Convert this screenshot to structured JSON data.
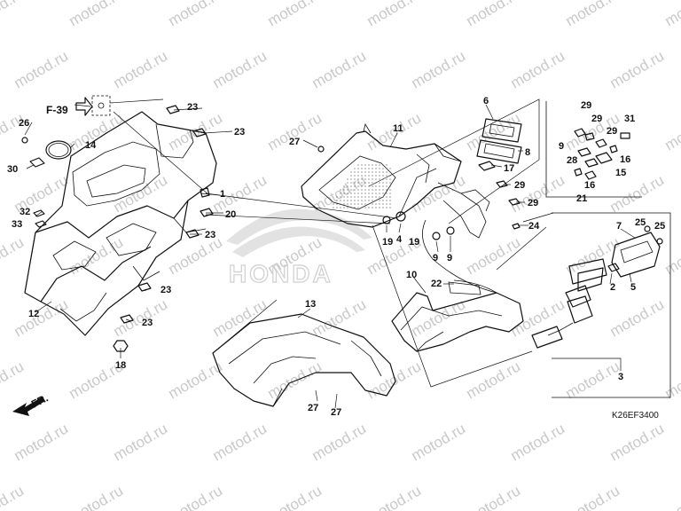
{
  "watermark": {
    "text": "motod.ru"
  },
  "reference": {
    "label": "F-39"
  },
  "direction": {
    "label": "FR."
  },
  "diagram_code": "K26EF3400",
  "brand_mark": "HONDA",
  "callouts": [
    {
      "id": "c1",
      "text": "1"
    },
    {
      "id": "c2",
      "text": "2"
    },
    {
      "id": "c3",
      "text": "3"
    },
    {
      "id": "c4",
      "text": "4"
    },
    {
      "id": "c5",
      "text": "5"
    },
    {
      "id": "c6",
      "text": "6"
    },
    {
      "id": "c7",
      "text": "7"
    },
    {
      "id": "c8",
      "text": "8"
    },
    {
      "id": "c9a",
      "text": "9"
    },
    {
      "id": "c9b",
      "text": "9"
    },
    {
      "id": "c9c",
      "text": "9"
    },
    {
      "id": "c10",
      "text": "10"
    },
    {
      "id": "c11",
      "text": "11"
    },
    {
      "id": "c12",
      "text": "12"
    },
    {
      "id": "c13",
      "text": "13"
    },
    {
      "id": "c14",
      "text": "14"
    },
    {
      "id": "c15",
      "text": "15"
    },
    {
      "id": "c16a",
      "text": "16"
    },
    {
      "id": "c16b",
      "text": "16"
    },
    {
      "id": "c17",
      "text": "17"
    },
    {
      "id": "c18",
      "text": "18"
    },
    {
      "id": "c19a",
      "text": "19"
    },
    {
      "id": "c19b",
      "text": "19"
    },
    {
      "id": "c20",
      "text": "20"
    },
    {
      "id": "c21",
      "text": "21"
    },
    {
      "id": "c22",
      "text": "22"
    },
    {
      "id": "c23a",
      "text": "23"
    },
    {
      "id": "c23b",
      "text": "23"
    },
    {
      "id": "c23c",
      "text": "23"
    },
    {
      "id": "c23d",
      "text": "23"
    },
    {
      "id": "c23e",
      "text": "23"
    },
    {
      "id": "c24",
      "text": "24"
    },
    {
      "id": "c25a",
      "text": "25"
    },
    {
      "id": "c25b",
      "text": "25"
    },
    {
      "id": "c26",
      "text": "26"
    },
    {
      "id": "c27a",
      "text": "27"
    },
    {
      "id": "c27b",
      "text": "27"
    },
    {
      "id": "c27c",
      "text": "27"
    },
    {
      "id": "c28",
      "text": "28"
    },
    {
      "id": "c29a",
      "text": "29"
    },
    {
      "id": "c29b",
      "text": "29"
    },
    {
      "id": "c29c",
      "text": "29"
    },
    {
      "id": "c29d",
      "text": "29"
    },
    {
      "id": "c29e",
      "text": "29"
    },
    {
      "id": "c30",
      "text": "30"
    },
    {
      "id": "c31",
      "text": "31"
    },
    {
      "id": "c32",
      "text": "32"
    },
    {
      "id": "c33",
      "text": "33"
    }
  ]
}
